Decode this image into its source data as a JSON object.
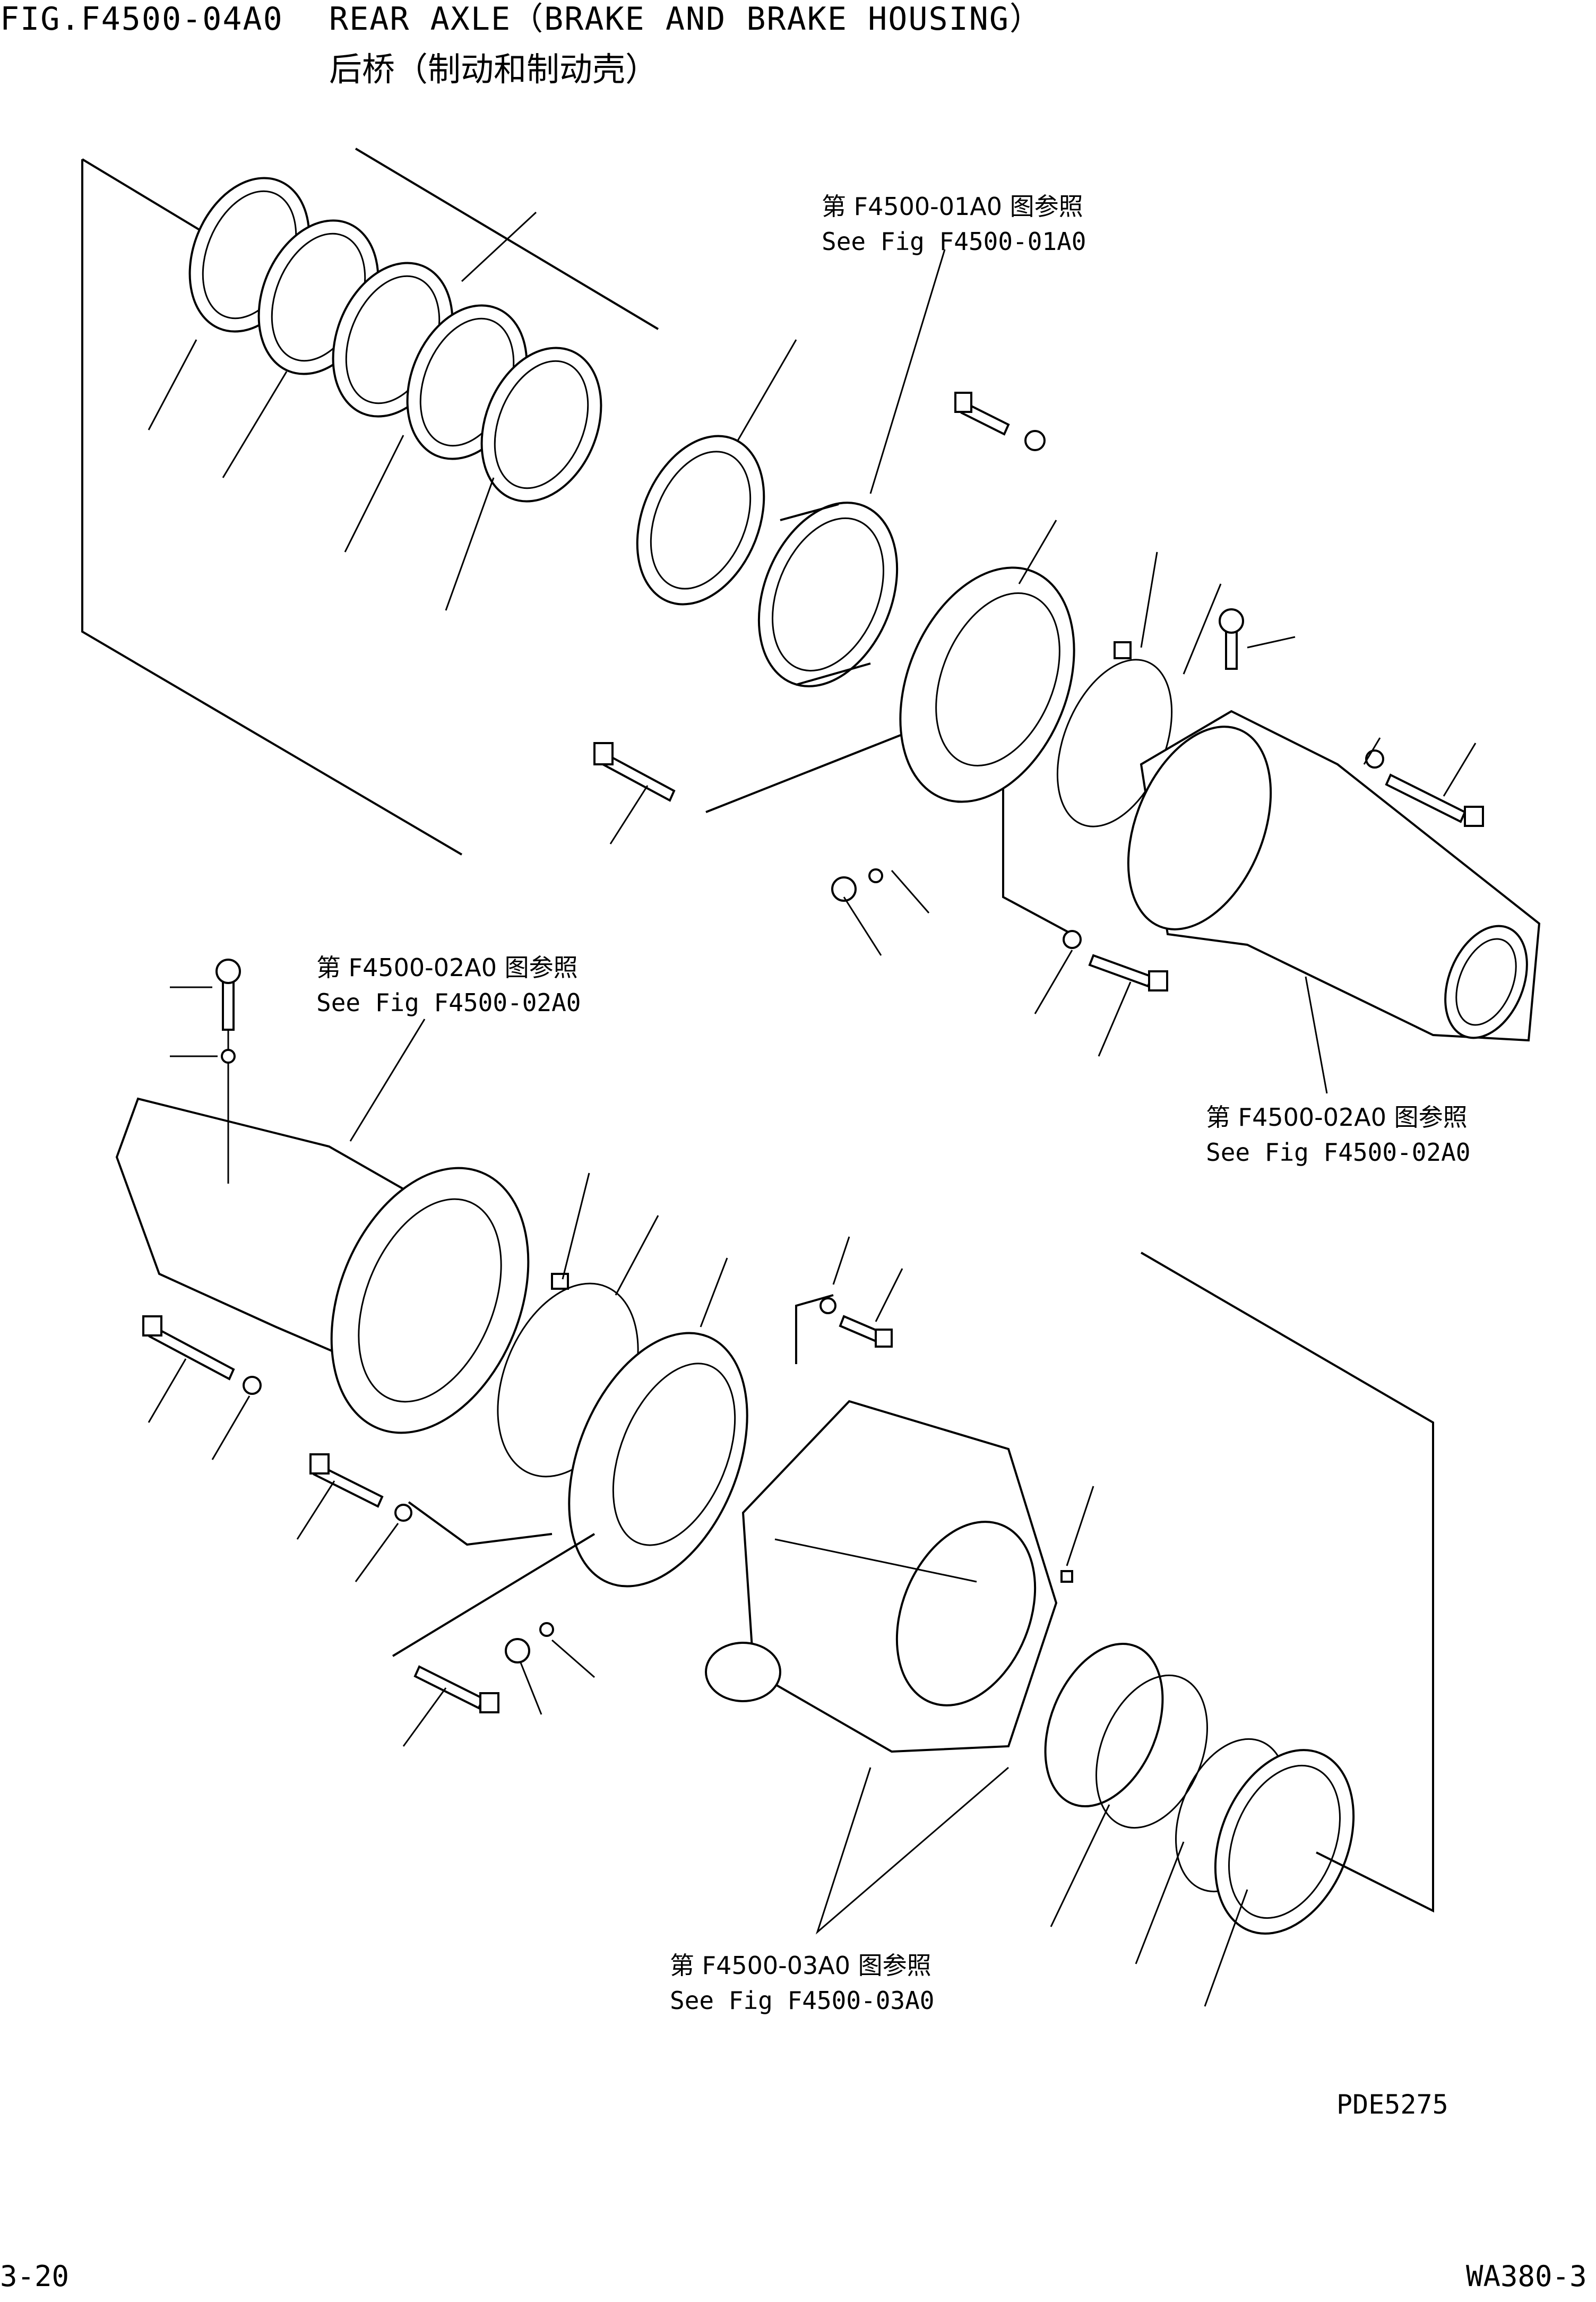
{
  "header": {
    "fig_id": "FIG.F4500-04A0",
    "title_en": "REAR AXLE（BRAKE AND BRAKE HOUSING）",
    "title_cn": "后桥（制动和制动壳）"
  },
  "references": [
    {
      "cn": "第 F4500-01A0 图参照",
      "en": "See Fig F4500-01A0"
    },
    {
      "cn": "第 F4500-02A0 图参照",
      "en": "See Fig F4500-02A0"
    },
    {
      "cn": "第 F4500-02A0 图参照",
      "en": "See Fig F4500-02A0"
    },
    {
      "cn": "第 F4500-03A0 图参照",
      "en": "See Fig F4500-03A0"
    }
  ],
  "drawing_number": "PDE5275",
  "footer": {
    "page": "3-20",
    "model": "WA380-3"
  }
}
